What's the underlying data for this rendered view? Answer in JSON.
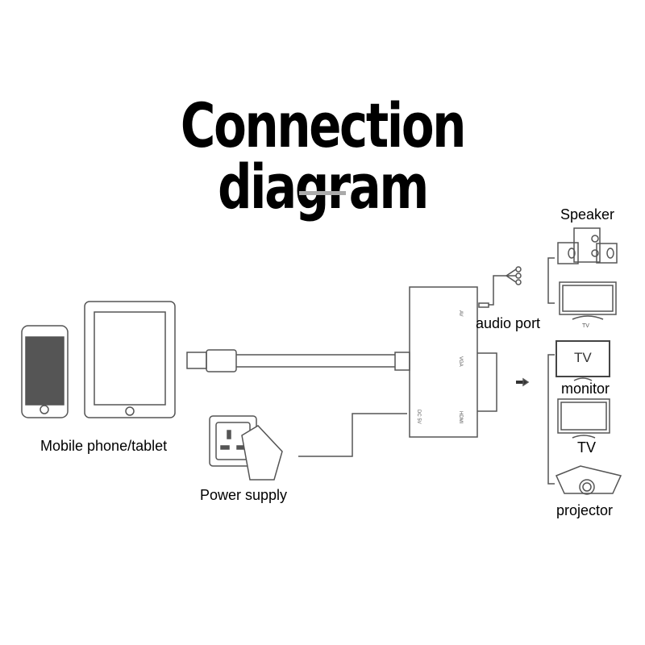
{
  "title": "Connection diagram",
  "labels": {
    "mobile": "Mobile phone/tablet",
    "power": "Power supply",
    "speaker": "Speaker",
    "audio_port": "audio port",
    "tv_small": "TV",
    "tv_screen": "TV",
    "monitor": "monitor",
    "tv": "TV",
    "projector": "projector"
  },
  "ports": {
    "av": "AV",
    "vga": "VGA",
    "hdmi": "HDMI",
    "dc": "DC 5V"
  }
}
